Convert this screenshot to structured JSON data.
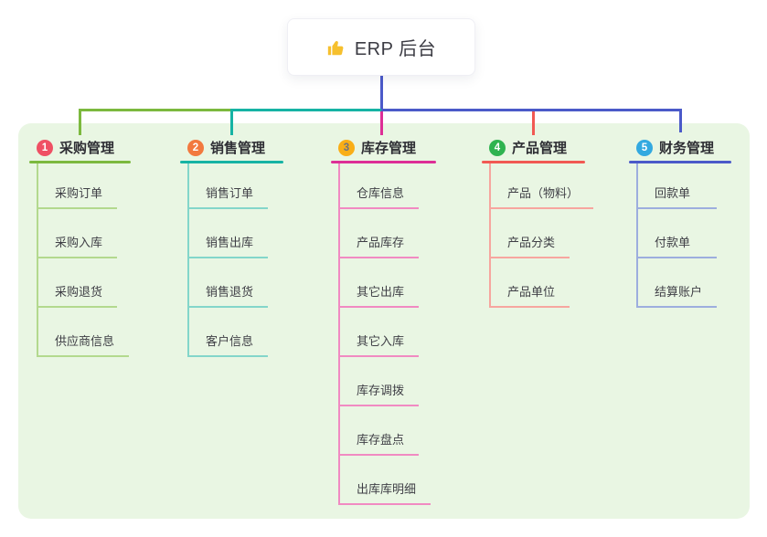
{
  "root": {
    "label": "ERP 后台",
    "icon": "thumbs-up-icon",
    "icon_color": "#f6c02e"
  },
  "palette": {
    "root_connector": "#4b5ac9",
    "panel_bg": "#e9f6e3",
    "canvas_bg": "#ffffff"
  },
  "branches": [
    {
      "num": "1",
      "title": "采购管理",
      "colors": {
        "main": "#7cb93e",
        "light": "#b3d98e",
        "badge_bg": "#ef5064",
        "badge_text": "#ffffff"
      },
      "children": [
        "采购订单",
        "采购入库",
        "采购退货",
        "供应商信息"
      ]
    },
    {
      "num": "2",
      "title": "销售管理",
      "colors": {
        "main": "#16b3a4",
        "light": "#83d6ca",
        "badge_bg": "#f2793f",
        "badge_text": "#ffffff"
      },
      "children": [
        "销售订单",
        "销售出库",
        "销售退货",
        "客户信息"
      ]
    },
    {
      "num": "3",
      "title": "库存管理",
      "colors": {
        "main": "#dd2e96",
        "light": "#f18ac2",
        "badge_bg": "#f9ae17",
        "badge_text": "#6d7380"
      },
      "children": [
        "仓库信息",
        "产品库存",
        "其它出库",
        "其它入库",
        "库存调拨",
        "库存盘点",
        "出库库明细"
      ]
    },
    {
      "num": "4",
      "title": "产品管理",
      "colors": {
        "main": "#f15953",
        "light": "#f7a69f",
        "badge_bg": "#2fb350",
        "badge_text": "#ffffff"
      },
      "children": [
        "产品（物料）",
        "产品分类",
        "产品单位"
      ]
    },
    {
      "num": "5",
      "title": "财务管理",
      "colors": {
        "main": "#4b5ac9",
        "light": "#9daede",
        "badge_bg": "#33a9e0",
        "badge_text": "#ffffff"
      },
      "children": [
        "回款单",
        "付款单",
        "结算账户"
      ]
    }
  ]
}
